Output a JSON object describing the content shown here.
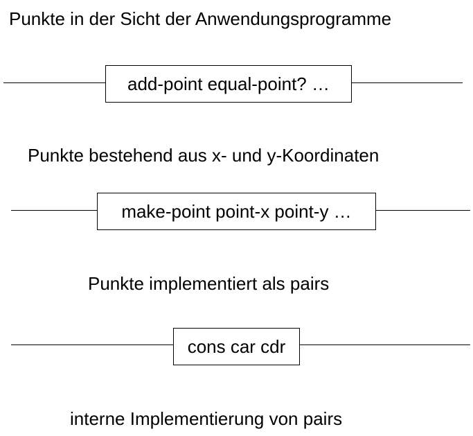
{
  "layers": [
    {
      "label": "Punkte in der Sicht der Anwendungsprogramme"
    },
    {
      "label": "Punkte bestehend aus x- und y-Koordinaten",
      "box": "add-point equal-point? …"
    },
    {
      "label": "Punkte implementiert als pairs",
      "box": "make-point point-x point-y …"
    },
    {
      "label": "interne Implementierung von pairs",
      "box": "cons car cdr"
    }
  ]
}
